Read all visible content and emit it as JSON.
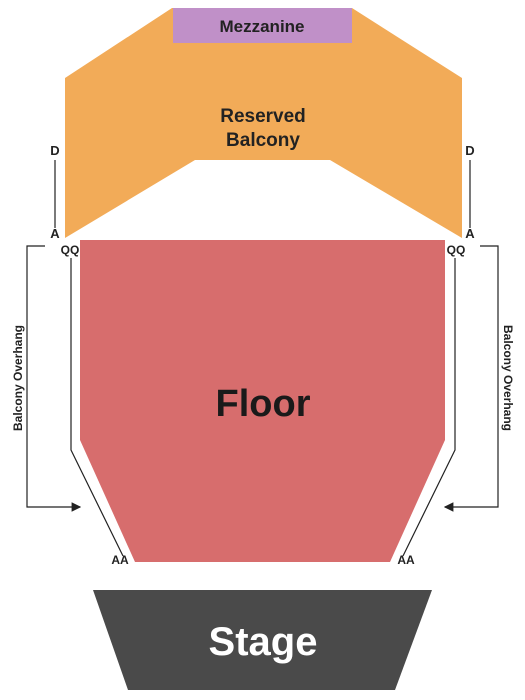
{
  "sections": {
    "mezzanine": {
      "label": "Mezzanine",
      "color": "#c090c8"
    },
    "reserved_balcony": {
      "line1": "Reserved",
      "line2": "Balcony",
      "color": "#f2ab58"
    },
    "floor": {
      "label": "Floor",
      "color": "#d76d6d"
    },
    "stage": {
      "label": "Stage",
      "color": "#4a4a4a",
      "text_color": "#ffffff"
    }
  },
  "row_labels": {
    "left_top": "D",
    "left_bottom": "A",
    "right_top": "D",
    "right_bottom": "A",
    "floor_left_front": "QQ",
    "floor_right_front": "QQ",
    "floor_left_back": "AA",
    "floor_right_back": "AA"
  },
  "annotations": {
    "left_overhang": "Balcony Overhang",
    "right_overhang": "Balcony Overhang"
  }
}
